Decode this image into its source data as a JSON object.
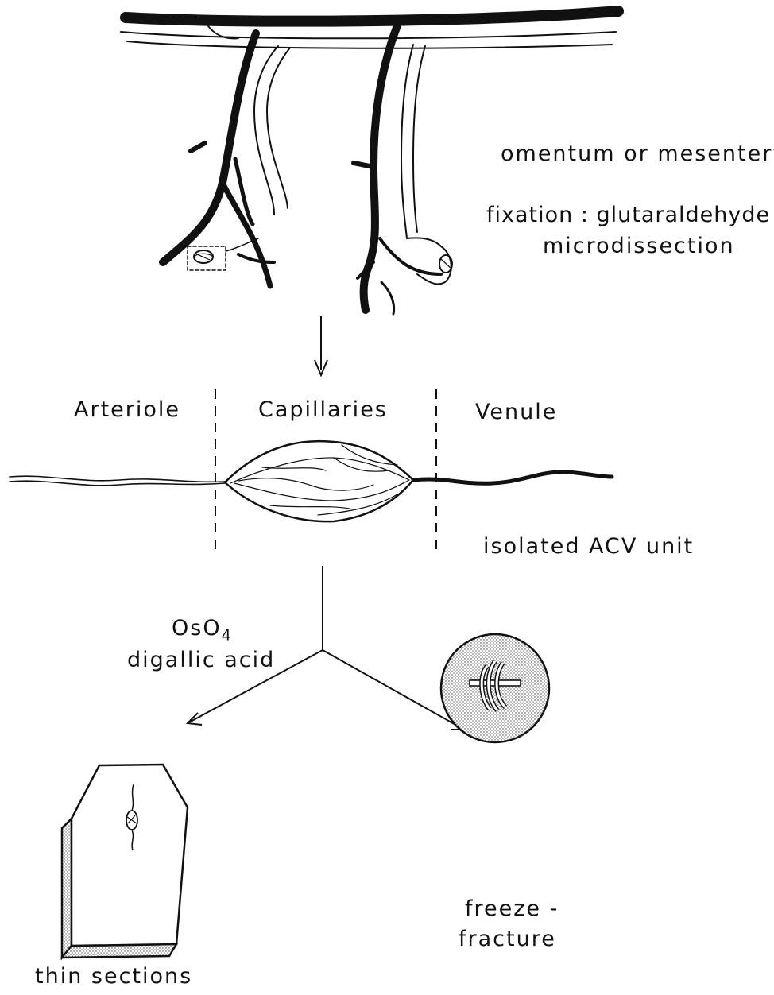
{
  "top_labels": {
    "tissue": "omentum or mesentery",
    "fixation": "fixation : glutaraldehyde",
    "microdissection": "microdissection"
  },
  "segments": {
    "arteriole": "Arteriole",
    "capillaries": "Capillaries",
    "venule": "Venule"
  },
  "unit_label": "isolated ACV unit",
  "stain": {
    "os": "OsO",
    "os_sub": "4",
    "digallic": "digallic acid"
  },
  "outputs": {
    "thin_sections": "thin sections",
    "freeze_1": "freeze -",
    "freeze_2": "fracture"
  }
}
